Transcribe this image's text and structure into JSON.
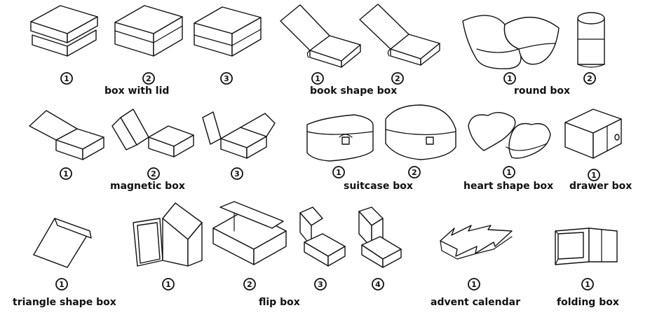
{
  "markers": {
    "one": "1",
    "two": "2",
    "three": "3",
    "four": "4"
  },
  "captions": {
    "box_with_lid": "box with lid",
    "book_shape_box": "book shape box",
    "round_box": "round box",
    "magnetic_box": "magnetic box",
    "suitcase_box": "suitcase box",
    "heart_shape_box": "heart shape box",
    "drawer_box": "drawer box",
    "triangle_shape_box": "triangle shape box",
    "flip_box": "flip box",
    "advent_calendar": "advent calendar",
    "folding_box": "folding box"
  }
}
